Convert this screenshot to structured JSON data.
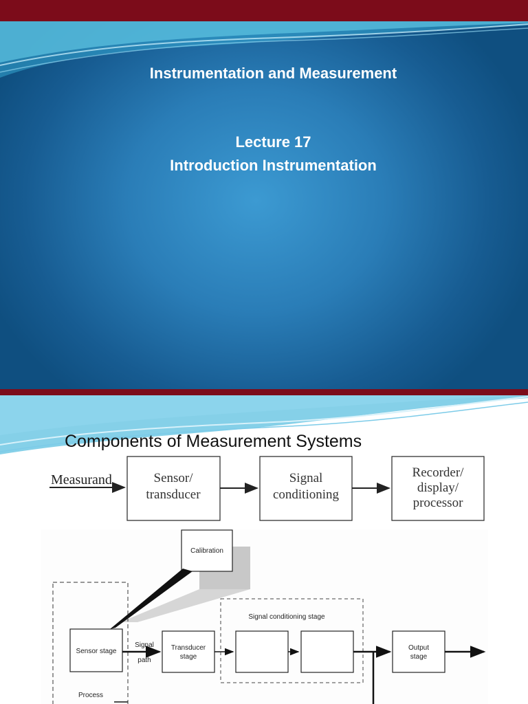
{
  "slide1": {
    "course_title": "Instrumentation and Measurement",
    "lecture_number": "Lecture 17",
    "lecture_topic": "Introduction Instrumentation"
  },
  "slide2": {
    "heading": "Components of Measurement Systems",
    "block_diagram": {
      "input_label": "Measurand",
      "blocks": [
        {
          "line1": "Sensor/",
          "line2": "transducer"
        },
        {
          "line1": "Signal",
          "line2": "conditioning"
        },
        {
          "line1": "Recorder/",
          "line2": "display/",
          "line3": "processor"
        }
      ]
    },
    "detailed_diagram": {
      "calibration": "Calibration",
      "signal_conditioning_stage": "Signal conditioning stage",
      "sensor_stage": "Sensor stage",
      "signal_path_line1": "Signal",
      "signal_path_line2": "path",
      "transducer_line1": "Transducer",
      "transducer_line2": "stage",
      "output_line1": "Output",
      "output_line2": "stage",
      "process": "Process"
    }
  }
}
